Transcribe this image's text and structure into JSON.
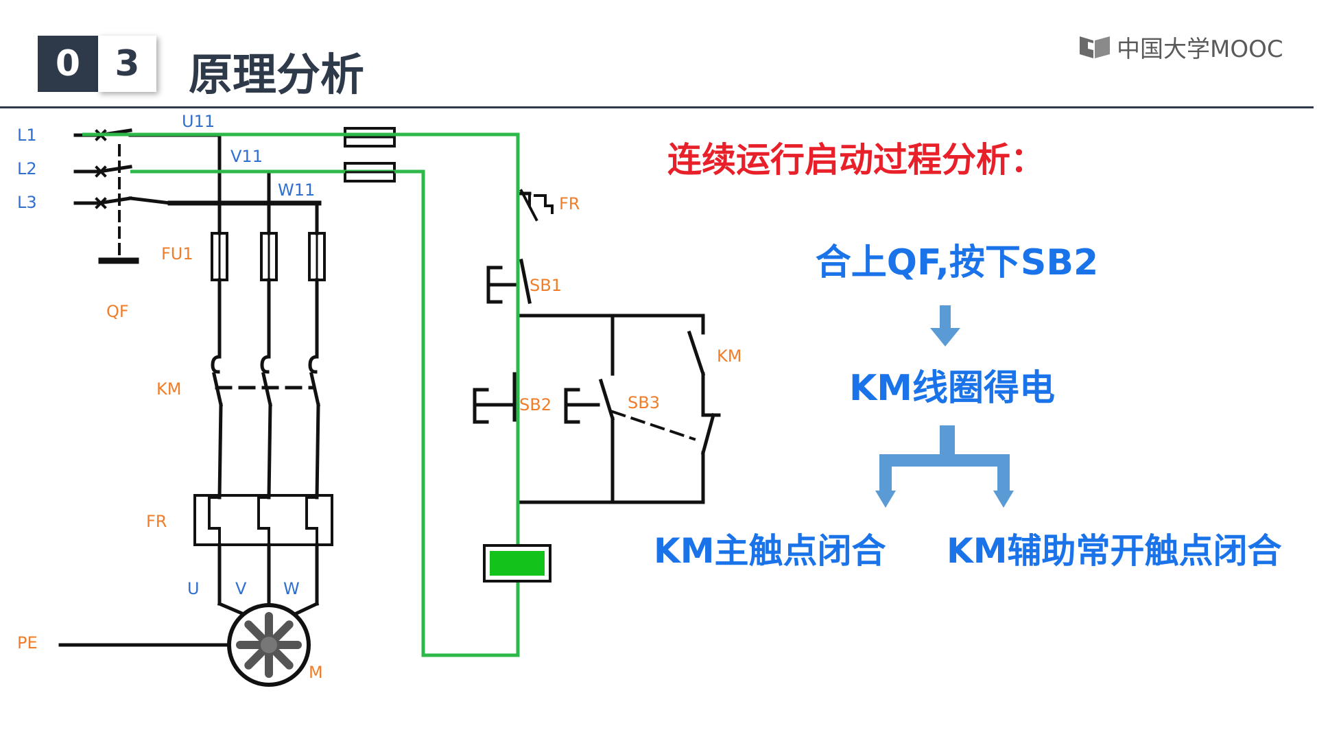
{
  "header": {
    "section_digit_1": "0",
    "section_digit_2": "3",
    "title": "原理分析",
    "logo_text": "中国大学MOOC"
  },
  "diagram": {
    "labels": {
      "L1": "L1",
      "L2": "L2",
      "L3": "L3",
      "U11": "U11",
      "V11": "V11",
      "W11": "W11",
      "FU1": "FU1",
      "QF": "QF",
      "KM_main": "KM",
      "FR_main": "FR",
      "U": "U",
      "V": "V",
      "W": "W",
      "PE": "PE",
      "M": "M",
      "FR_ctrl": "FR",
      "SB1": "SB1",
      "SB2": "SB2",
      "SB3": "SB3",
      "KM_aux": "KM"
    },
    "colors": {
      "wire": "#111111",
      "active_path": "#2db84a",
      "coil_fill": "#14c21c",
      "power_label": "#2f6fcf",
      "component_label": "#f07d2a"
    }
  },
  "analysis": {
    "heading": "连续运行启动过程分析：",
    "step1": "合上QF,按下SB2",
    "step2": "KM线圈得电",
    "result_left": "KM主触点闭合",
    "result_right": "KM辅助常开触点闭合",
    "colors": {
      "heading": "#e8202a",
      "steps": "#1a73e8",
      "arrows": "#5b9bd5"
    }
  }
}
